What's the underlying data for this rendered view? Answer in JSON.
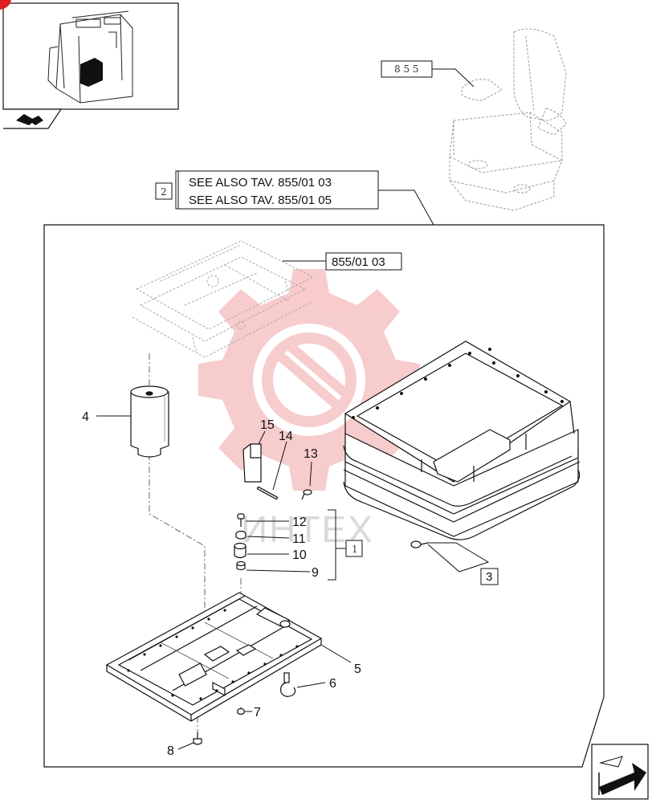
{
  "thumbnail": {
    "icon": "tractor-cab-thumbnail-icon"
  },
  "seat_ref": "8 5 5",
  "see_also": {
    "box_number": "2",
    "lines": [
      "SEE ALSO TAV.  855/01 03",
      "SEE ALSO TAV.  855/01 05"
    ]
  },
  "frame_ref": "855/01 03",
  "kit_box": "1",
  "part_box": "3",
  "watermark": "ИНТЕХ",
  "callouts": {
    "p4": "4",
    "p5": "5",
    "p6": "6",
    "p7": "7",
    "p8": "8",
    "p9": "9",
    "p10": "10",
    "p11": "11",
    "p12": "12",
    "p13": "13",
    "p14": "14",
    "p15": "15"
  },
  "colors": {
    "watermark_red": "#f2a3a3",
    "line": "#111111",
    "ghost": "#b5b5b5"
  },
  "nav_icon": "next-page-arrow-icon"
}
